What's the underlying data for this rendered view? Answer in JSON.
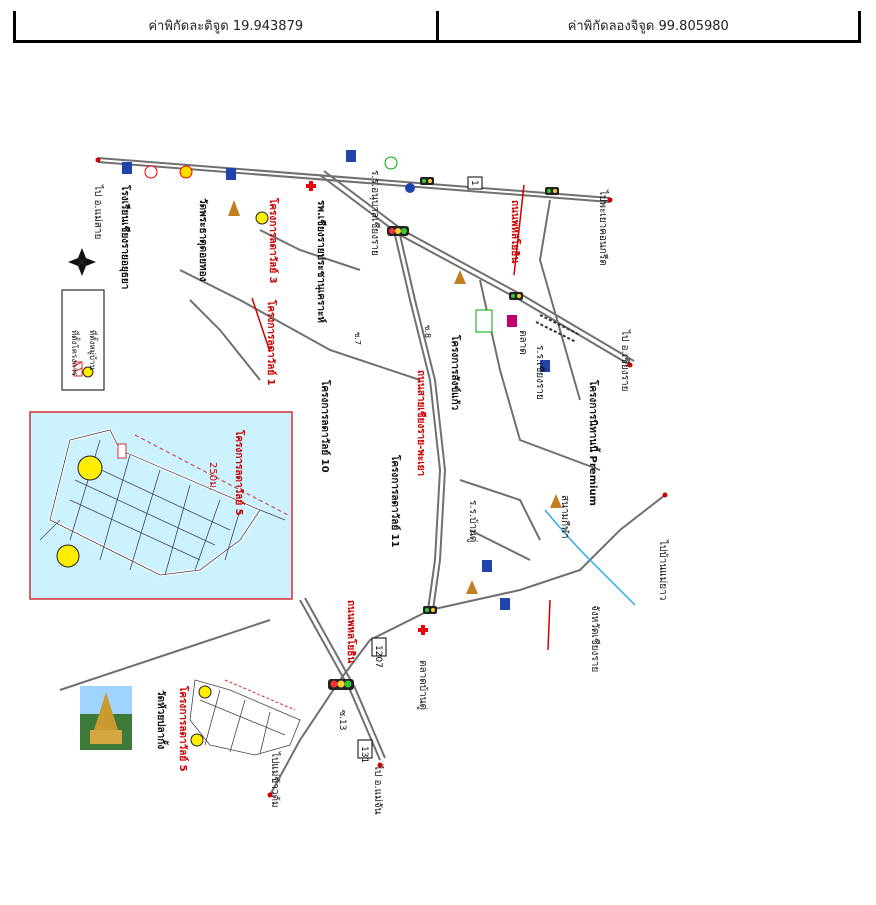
{
  "header": {
    "lat_label": "ค่าพิกัดละติจูด 19.943879",
    "lng_label": "ค่าพิกัดลองจิจูด 99.805980"
  },
  "labels": {
    "to_mae_sai": "ไป อ.แม่สาย",
    "hotel": "โรงเรียนเชียงรายอยุธยา",
    "temple_top": "วัดพระธาตุดอยทอง",
    "project_3": "โครงการลดาวัลย์ 3",
    "hospital": "รพ.เชียงรายประชานุเคราะห์",
    "school_top": "ร.ร.อนุบาลเชียงราย",
    "to_phayao": "ไปพะเยาคอนกรีต",
    "fortune_road": "ถนนพหลโยธิน",
    "project_1": "โครงการลดาวัลย์ 1",
    "project_10": "โครงการลดาวัลย์ 10",
    "project_11": "โครงการลดาวัลย์ 11",
    "project_sangkaew": "โครงการสังข์แก้ว",
    "big_road": "ถนนสายเชียงราย-พะเยา",
    "to_chiangrai": "ไป อ.เชียงราย",
    "shop": "ตลาด",
    "school_mid": "ร.ร.เชียงราย",
    "school_low": "ร.ร.บ้านดู่",
    "project_premium": "โครงการนิทานนี้ Premium",
    "legend_item1": "ที่ตั้งโครงการ",
    "legend_item2": "ที่ตั้งหมู่บ้าน",
    "dist_250": "250ม.",
    "project_5": "โครงการลดาวัลย์ 5",
    "to_mae_khao": "ไปแม่ข้าวต้ม",
    "market_bottom": "ตลาดบ้านดู่",
    "chiangrai_right": "จังหวัดเชียงราย",
    "stadium": "สนามกีฬา",
    "to_mae_yao": "ไปบ้านแม่ยาว",
    "to_mae_chan": "ไป อ.แม่จัน",
    "road_1207": "1207",
    "road_1": "1",
    "road_1_low": "1",
    "road_131": "131",
    "road_13": "ซ.13",
    "project_5_low": "โครงการลดาวัลย์ 5",
    "temple_low": "วัดห้วยปลากั้ง",
    "big_road2": "ถนนพหลโยธิน",
    "soi8": "ซ.8",
    "soi7": "ซ.7"
  },
  "colors": {
    "road": "#707070",
    "accent_red": "#cc0000",
    "inset_bg": "#ccf2ff",
    "inset_border": "#d03030",
    "marker_yellow": "#ffee00",
    "river": "#33aaee"
  }
}
